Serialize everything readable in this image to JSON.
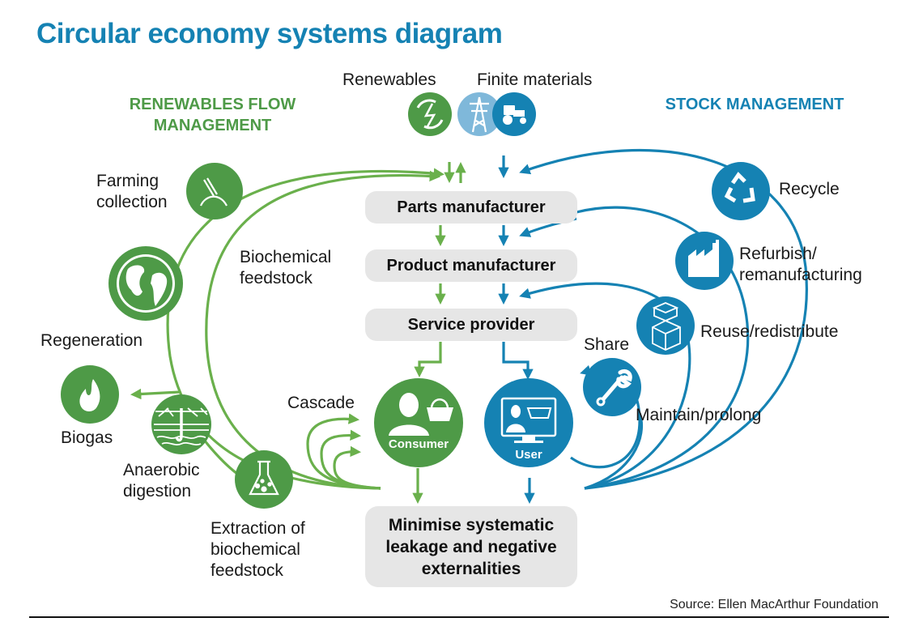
{
  "title": "Circular economy systems diagram",
  "colors": {
    "title": "#1582b3",
    "green": "#4e9a47",
    "green_line": "#6ab04c",
    "blue": "#1582b3",
    "light_blue": "#7fb8da",
    "box_bg": "#e6e6e6"
  },
  "sections": {
    "renewables": "RENEWABLES FLOW\nMANAGEMENT",
    "stock": "STOCK MANAGEMENT"
  },
  "inputs": {
    "renewables": "Renewables",
    "finite": "Finite materials"
  },
  "chain": [
    "Parts manufacturer",
    "Product manufacturer",
    "Service provider"
  ],
  "outcome": "Minimise systematic\nleakage and negative\nexternalities",
  "nodes": {
    "consumer": "Consumer",
    "user": "User"
  },
  "biological_cycle": {
    "farming": "Farming\ncollection",
    "biochemical": "Biochemical\nfeedstock",
    "regeneration": "Regeneration",
    "biogas": "Biogas",
    "anaerobic": "Anaerobic\ndigestion",
    "extraction": "Extraction of\nbiochemical\nfeedstock",
    "cascade": "Cascade"
  },
  "technical_cycle": {
    "recycle": "Recycle",
    "refurbish": "Refurbish/\nremanufacturing",
    "reuse": "Reuse/redistribute",
    "share": "Share",
    "maintain": "Maintain/prolong"
  },
  "icons": {
    "renewables": "renewable-energy-icon",
    "pylon": "power-pylon-icon",
    "tractor": "tractor-icon",
    "farming": "hand-tool-icon",
    "regeneration": "globe-icon",
    "biogas": "flame-icon",
    "anaerobic": "soil-layers-icon",
    "extraction": "flask-icon",
    "consumer": "person-basket-icon",
    "user": "monitor-cart-icon",
    "recycle": "recycle-icon",
    "refurbish": "factory-icon",
    "reuse": "box-icon",
    "maintain": "wrench-icon"
  },
  "source": "Source: Ellen MacArthur Foundation"
}
